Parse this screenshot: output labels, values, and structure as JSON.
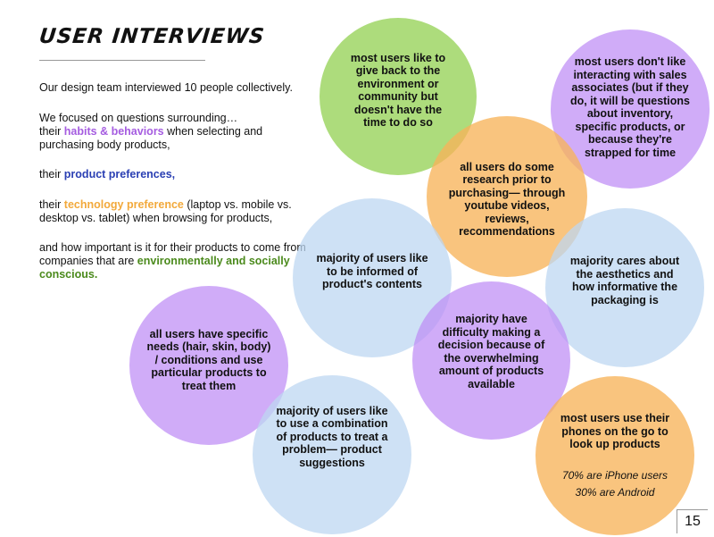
{
  "title": "USER INTERVIEWS",
  "intro": "Our design team interviewed 10 people collectively.",
  "focus_intro": "We focused on questions surrounding…",
  "items": {
    "habits_pre": "their ",
    "habits_hl": "habits & behaviors",
    "habits_post": " when selecting and purchasing body products,",
    "pref_pre": "their ",
    "pref_hl": "product preferences",
    "pref_post": ",",
    "tech_pre": "their ",
    "tech_hl": "technology preference",
    "tech_post": " (laptop vs. mobile vs. desktop vs. tablet) when browsing for products,",
    "env_pre": "and how important is it for their products to come from companies that are ",
    "env_hl": "environmentally and socially conscious",
    "env_post": "."
  },
  "colors": {
    "purple_highlight": "#a55ce0",
    "blue_highlight": "#2a3fb3",
    "orange_highlight": "#f2a93b",
    "green_highlight": "#4b8a1c"
  },
  "bubbles": {
    "green_top": "most users like to give back to the environment or community but doesn't have the time to do so",
    "purple_top": "most users don't like interacting with sales associates (but if they do, it will be questions about inventory, specific products, or because they're strapped for time",
    "orange_middle": "all users do some research prior to purchasing— through youtube videos, reviews, recommendations",
    "blue_left": "majority of users like to be informed of product's contents",
    "blue_right": "majority cares about the aesthetics and how informative the packaging is",
    "purple_middle": "majority have difficulty making a decision because of the overwhelming amount of products available",
    "purple_left": "all users have specific needs (hair, skin, body) / conditions and use particular products to treat them",
    "blue_bottom": "majority of users like to use a combination of products to treat a problem— product suggestions",
    "orange_bottom": "most users use their phones on the go to look up products",
    "orange_bottom_stat1": "70% are iPhone users",
    "orange_bottom_stat2": "30% are Android"
  },
  "page_number": "15"
}
